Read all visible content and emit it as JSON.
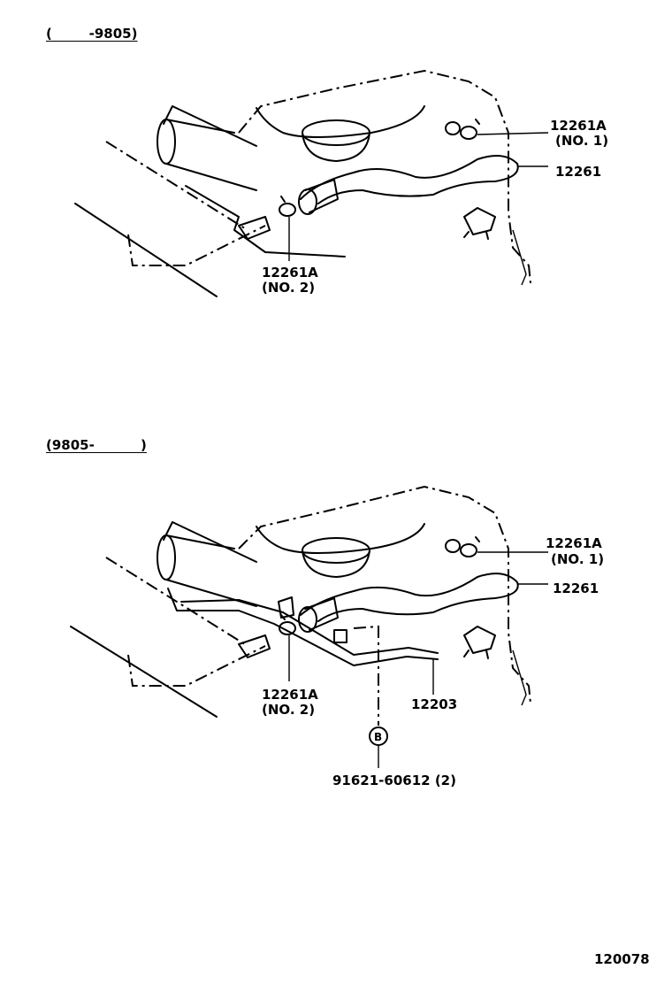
{
  "sections": [
    {
      "period": "(        -9805)",
      "callouts": [
        {
          "part": "12261A",
          "note": "(NO. 1)"
        },
        {
          "part": "12261",
          "note": ""
        },
        {
          "part": "12261A",
          "note": "(NO. 2)"
        }
      ]
    },
    {
      "period": "(9805-          )",
      "callouts": [
        {
          "part": "12261A",
          "note": "(NO. 1)"
        },
        {
          "part": "12261",
          "note": ""
        },
        {
          "part": "12261A",
          "note": "(NO. 2)"
        },
        {
          "part": "12203",
          "note": ""
        },
        {
          "part": "91621-60612 (2)",
          "note": ""
        }
      ],
      "marker": "B"
    }
  ],
  "figure_number": "120078"
}
